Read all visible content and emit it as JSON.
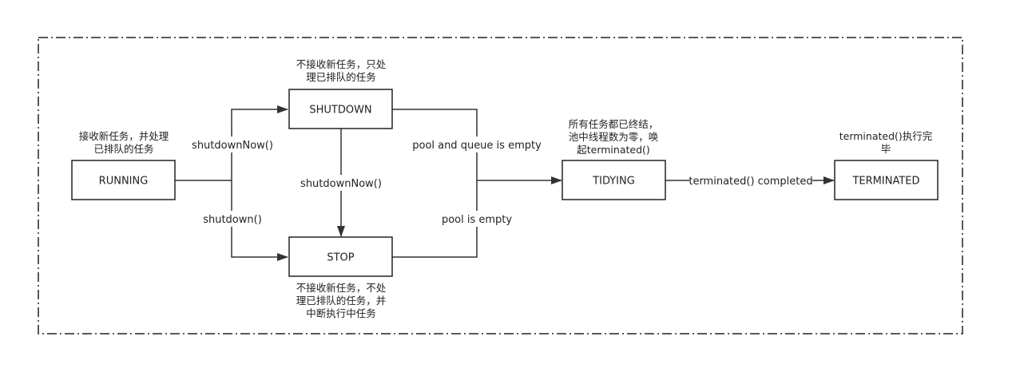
{
  "states": {
    "running": "RUNNING",
    "shutdown": "SHUTDOWN",
    "stop": "STOP",
    "tidying": "TIDYING",
    "terminated": "TERMINATED"
  },
  "transitions": {
    "running_to_shutdown": "shutdownNow()",
    "running_to_stop": "shutdown()",
    "shutdown_to_stop": "shutdownNow()",
    "shutdown_to_tidying": "pool and queue is empty",
    "stop_to_tidying": "pool is empty",
    "tidying_to_terminated": "terminated() completed"
  },
  "notes": {
    "running": [
      "接收新任务，并处理",
      "已排队的任务"
    ],
    "shutdown": [
      "不接收新任务，只处",
      "理已排队的任务"
    ],
    "stop": [
      "不接收新任务，不处",
      "理已排队的任务，并",
      "中断执行中任务"
    ],
    "tidying": [
      "所有任务都已终结，",
      "池中线程数为零，唤",
      "起terminated()"
    ],
    "terminated": [
      "terminated()执行完",
      "毕"
    ]
  }
}
